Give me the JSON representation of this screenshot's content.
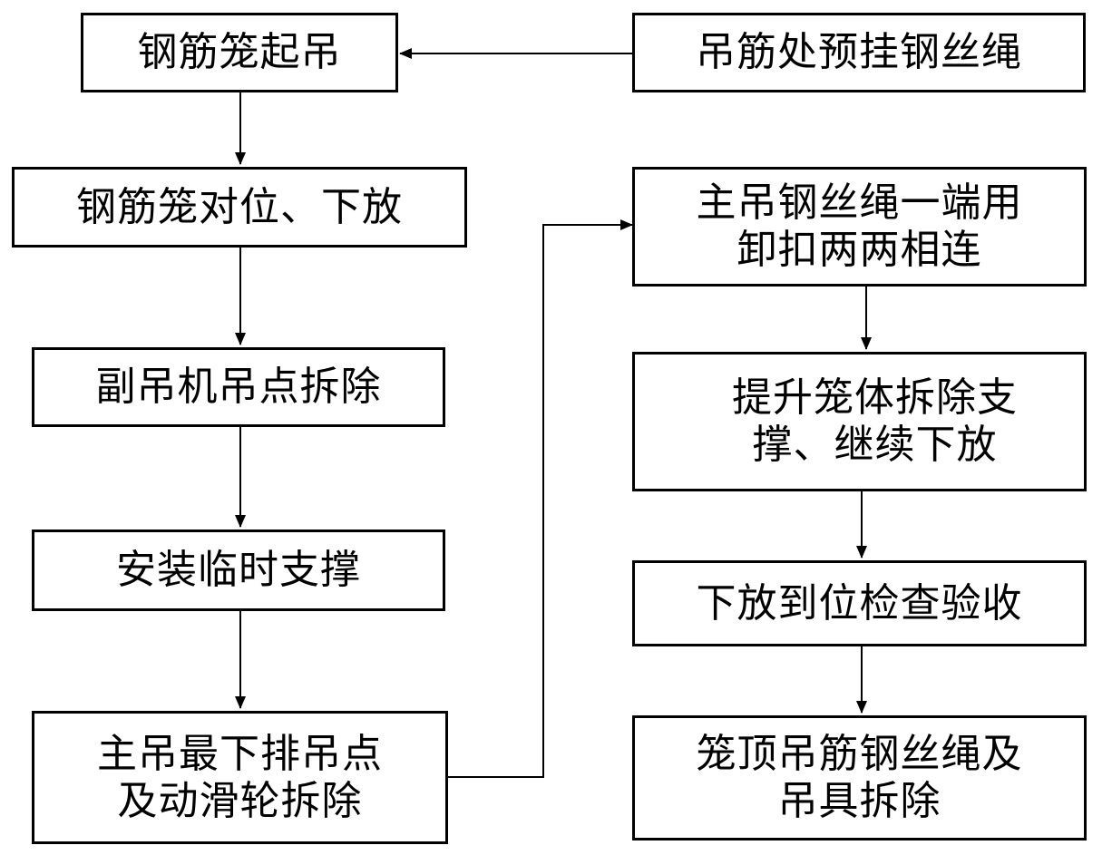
{
  "flowchart": {
    "steps": {
      "cage_lift": "钢筋笼起吊",
      "prehang_rope": "吊筋处预挂钢丝绳",
      "align_lower": "钢筋笼对位、下放",
      "remove_aux_points": "副吊机吊点拆除",
      "temp_support": "安装临时支撑",
      "remove_main_points_line1": "主吊最下排吊点",
      "remove_main_points_line2": "及动滑轮拆除",
      "connect_rope_line1": "主吊钢丝绳一端用",
      "connect_rope_line2": "卸扣两两相连",
      "lift_remove_support_line1": "提升笼体拆除支",
      "lift_remove_support_line2": "撑、继续下放",
      "inspect": "下放到位检查验收",
      "remove_rigging_line1": "笼顶吊筋钢丝绳及",
      "remove_rigging_line2": "吊具拆除"
    },
    "colors": {
      "line": "#000000",
      "box_border": "#000000",
      "background": "#ffffff"
    }
  }
}
